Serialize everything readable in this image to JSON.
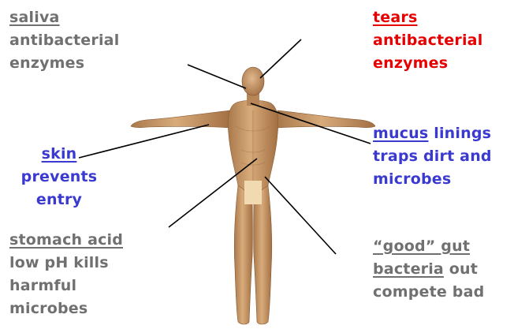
{
  "labels": {
    "saliva": {
      "title": "saliva",
      "lines": [
        "antibacterial",
        "enzymes"
      ]
    },
    "tears": {
      "title": "tears",
      "lines": [
        "antibacterial",
        "enzymes"
      ]
    },
    "skin": {
      "title": "skin",
      "lines": [
        "prevents",
        "entry"
      ]
    },
    "mucus": {
      "title": "mucus",
      "rest": " linings",
      "lines": [
        "traps dirt and",
        "microbes"
      ]
    },
    "stomach": {
      "title": "stomach acid",
      "lines": [
        "low pH kills",
        "harmful",
        "microbes"
      ]
    },
    "gut": {
      "title": "“good” gut",
      "title2": "bacteria",
      "rest2": " out",
      "lines": [
        "compete bad"
      ]
    }
  },
  "colors": {
    "gray": "#707070",
    "red": "#e60000",
    "blue": "#3a3ad0",
    "skin_tone": "#c99a68",
    "skin_shadow": "#9a6b40",
    "censor_patch": "#f1d9b2"
  }
}
